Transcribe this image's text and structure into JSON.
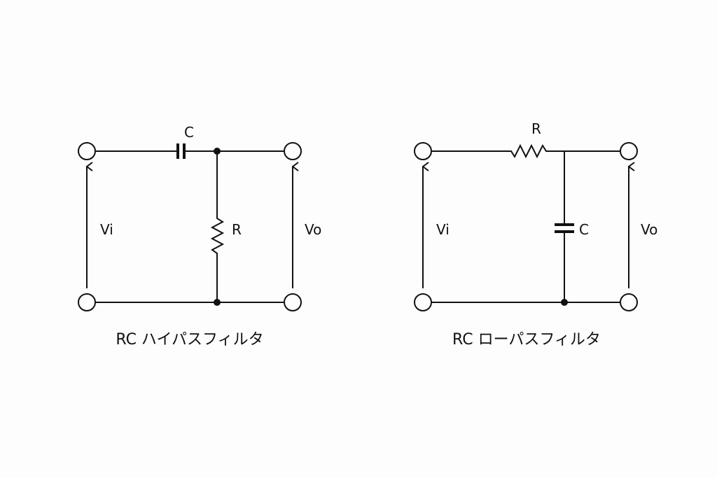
{
  "high_pass": {
    "title": "RC ハイパスフィルタ",
    "capacitor_label": "C",
    "resistor_label": "R",
    "input_label": "Vi",
    "output_label": "Vo"
  },
  "low_pass": {
    "title": "RC ローパスフィルタ",
    "capacitor_label": "C",
    "resistor_label": "R",
    "input_label": "Vi",
    "output_label": "Vo"
  }
}
